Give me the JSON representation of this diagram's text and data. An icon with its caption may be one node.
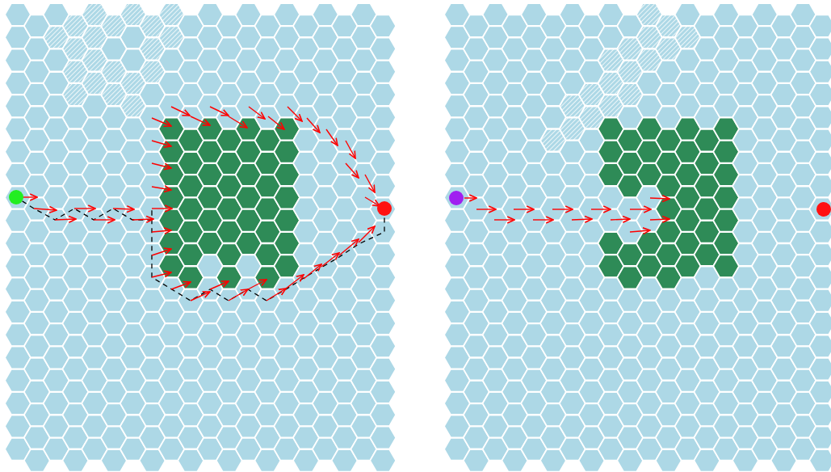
{
  "diagram": {
    "nodes": [
      {
        "text": [],
        "shape": "circle"
      },
      {
        "text": [],
        "shape": "circle"
      },
      {
        "text": [],
        "shape": "circle"
      },
      {
        "text": [],
        "shape": "circle"
      }
    ],
    "edges": [
      {
        "from": 0,
        "to": 1,
        "arrow": "none",
        "style": "dashed"
      }
    ]
  }
}
